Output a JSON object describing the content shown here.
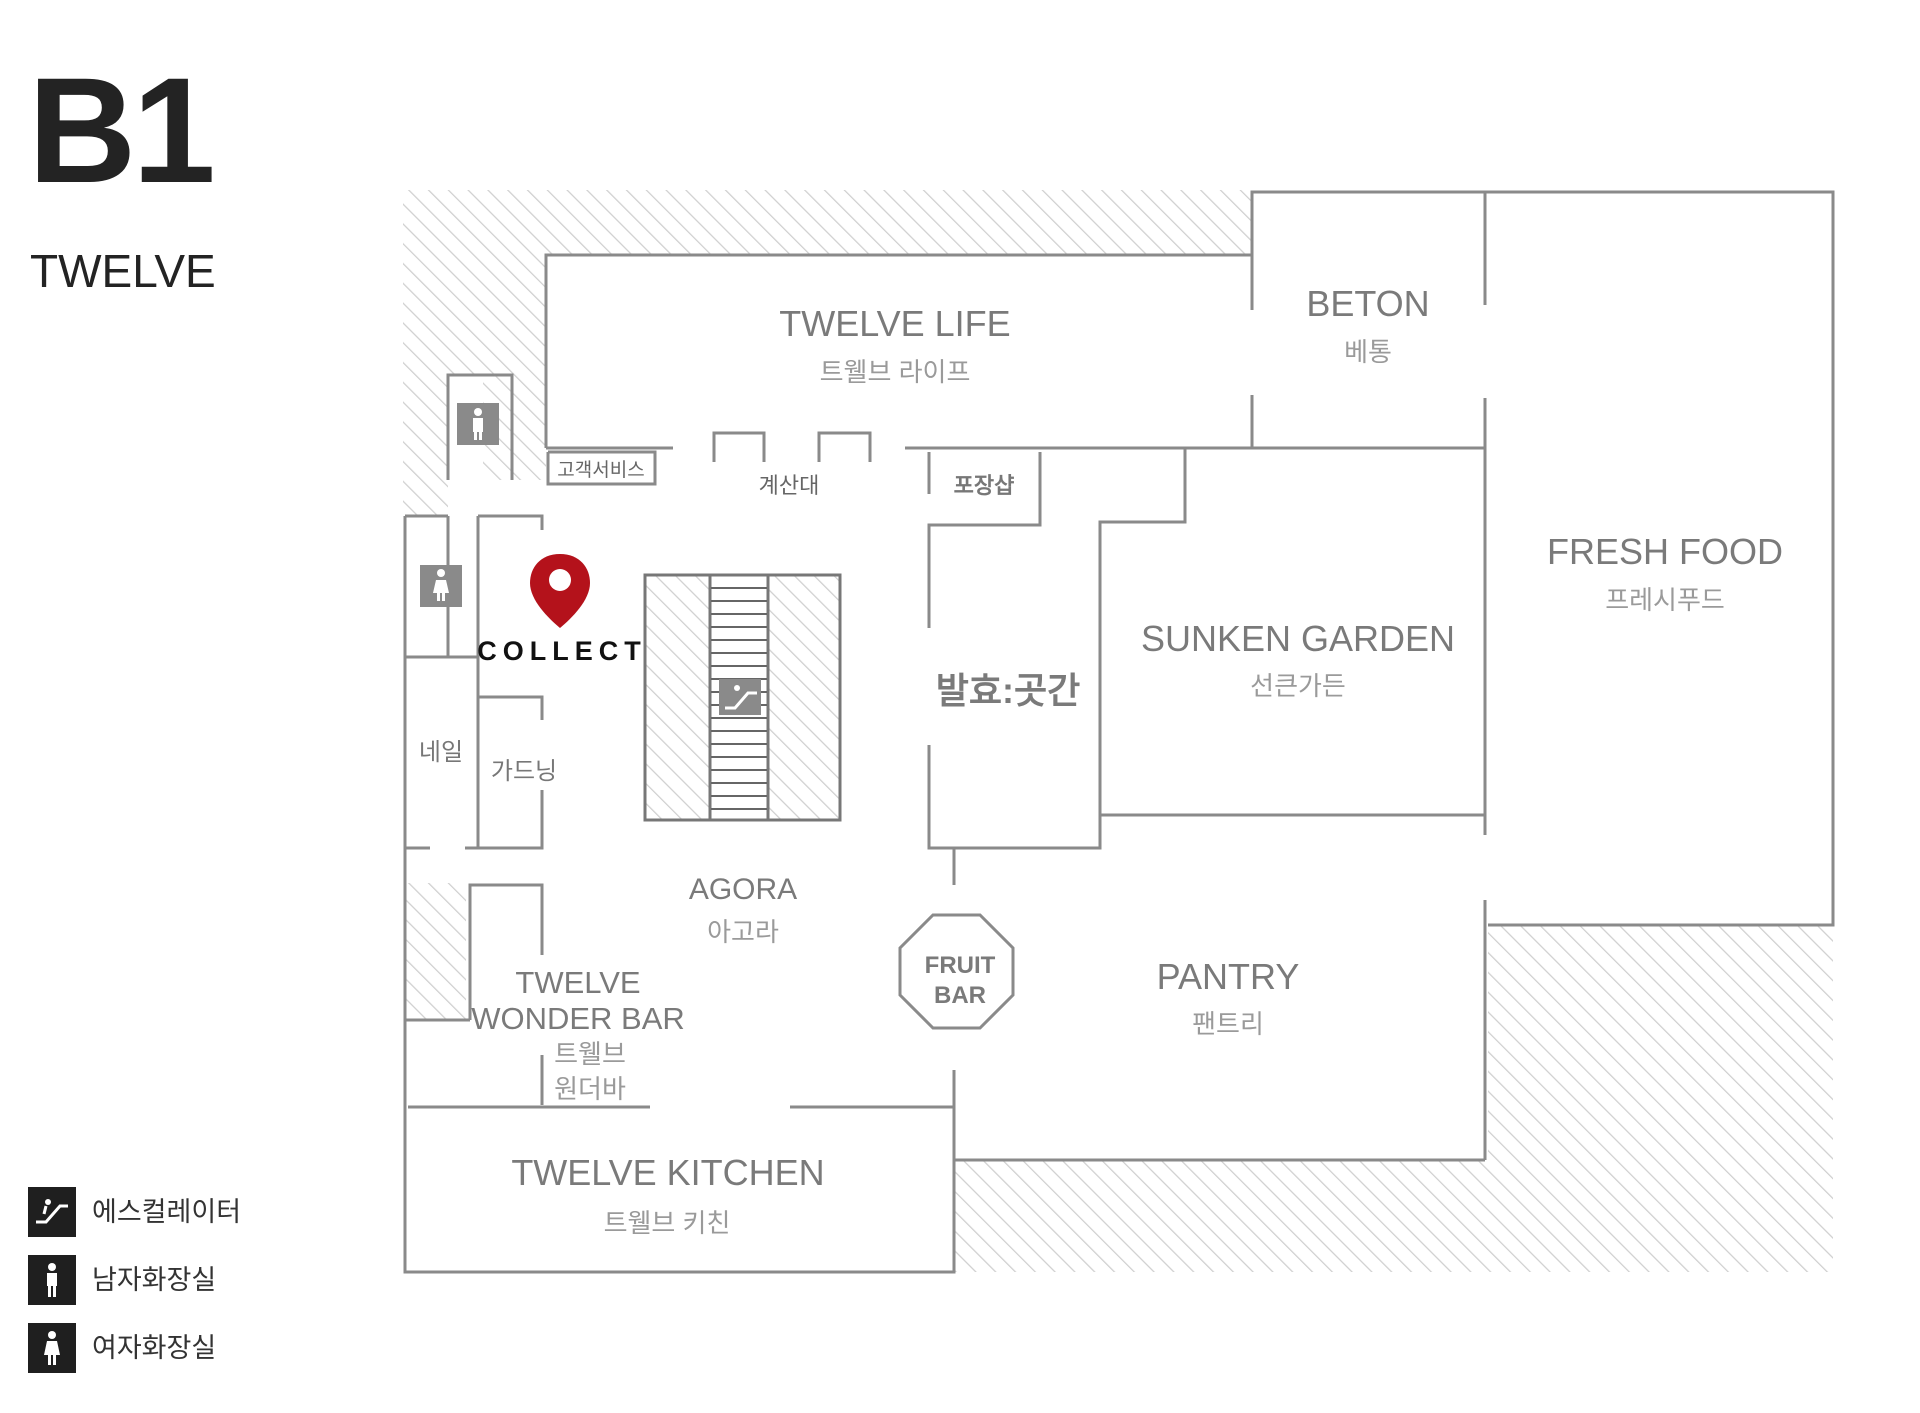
{
  "header": {
    "floor": "B1",
    "building": "TWELVE"
  },
  "marker": {
    "label": "COLLECT",
    "color": "#b4121b"
  },
  "zones": {
    "twelve_life": {
      "en": "TWELVE LIFE",
      "ko": "트웰브 라이프"
    },
    "beton": {
      "en": "BETON",
      "ko": "베통"
    },
    "fresh_food": {
      "en": "FRESH FOOD",
      "ko": "프레시푸드"
    },
    "sunken_garden": {
      "en": "SUNKEN GARDEN",
      "ko": "선큰가든"
    },
    "balhyo": {
      "ko": "발효:곳간"
    },
    "agora": {
      "en": "AGORA",
      "ko": "아고라"
    },
    "pantry": {
      "en": "PANTRY",
      "ko": "팬트리"
    },
    "fruit_bar": {
      "en_line1": "FRUIT",
      "en_line2": "BAR"
    },
    "wonder_bar": {
      "en_line1": "TWELVE",
      "en_line2": "WONDER BAR",
      "ko_line1": "트웰브",
      "ko_line2": "원더바"
    },
    "kitchen": {
      "en": "TWELVE KITCHEN",
      "ko": "트웰브 키친"
    },
    "customer_service": {
      "ko": "고객서비스"
    },
    "checkout": {
      "ko": "계산대"
    },
    "wrapping": {
      "ko": "포장샵"
    },
    "nail": {
      "ko": "네일"
    },
    "gardening": {
      "ko": "가드닝"
    }
  },
  "legend": [
    {
      "icon": "escalator-icon",
      "label": "에스컬레이터"
    },
    {
      "icon": "mens-restroom-icon",
      "label": "남자화장실"
    },
    {
      "icon": "womens-restroom-icon",
      "label": "여자화장실"
    }
  ],
  "colors": {
    "wall": "#8a8a8a",
    "label_en": "#7a7a7a",
    "label_ko": "#9a9a9a",
    "hatch": "#cfcfcf",
    "text_dark": "#232323"
  }
}
